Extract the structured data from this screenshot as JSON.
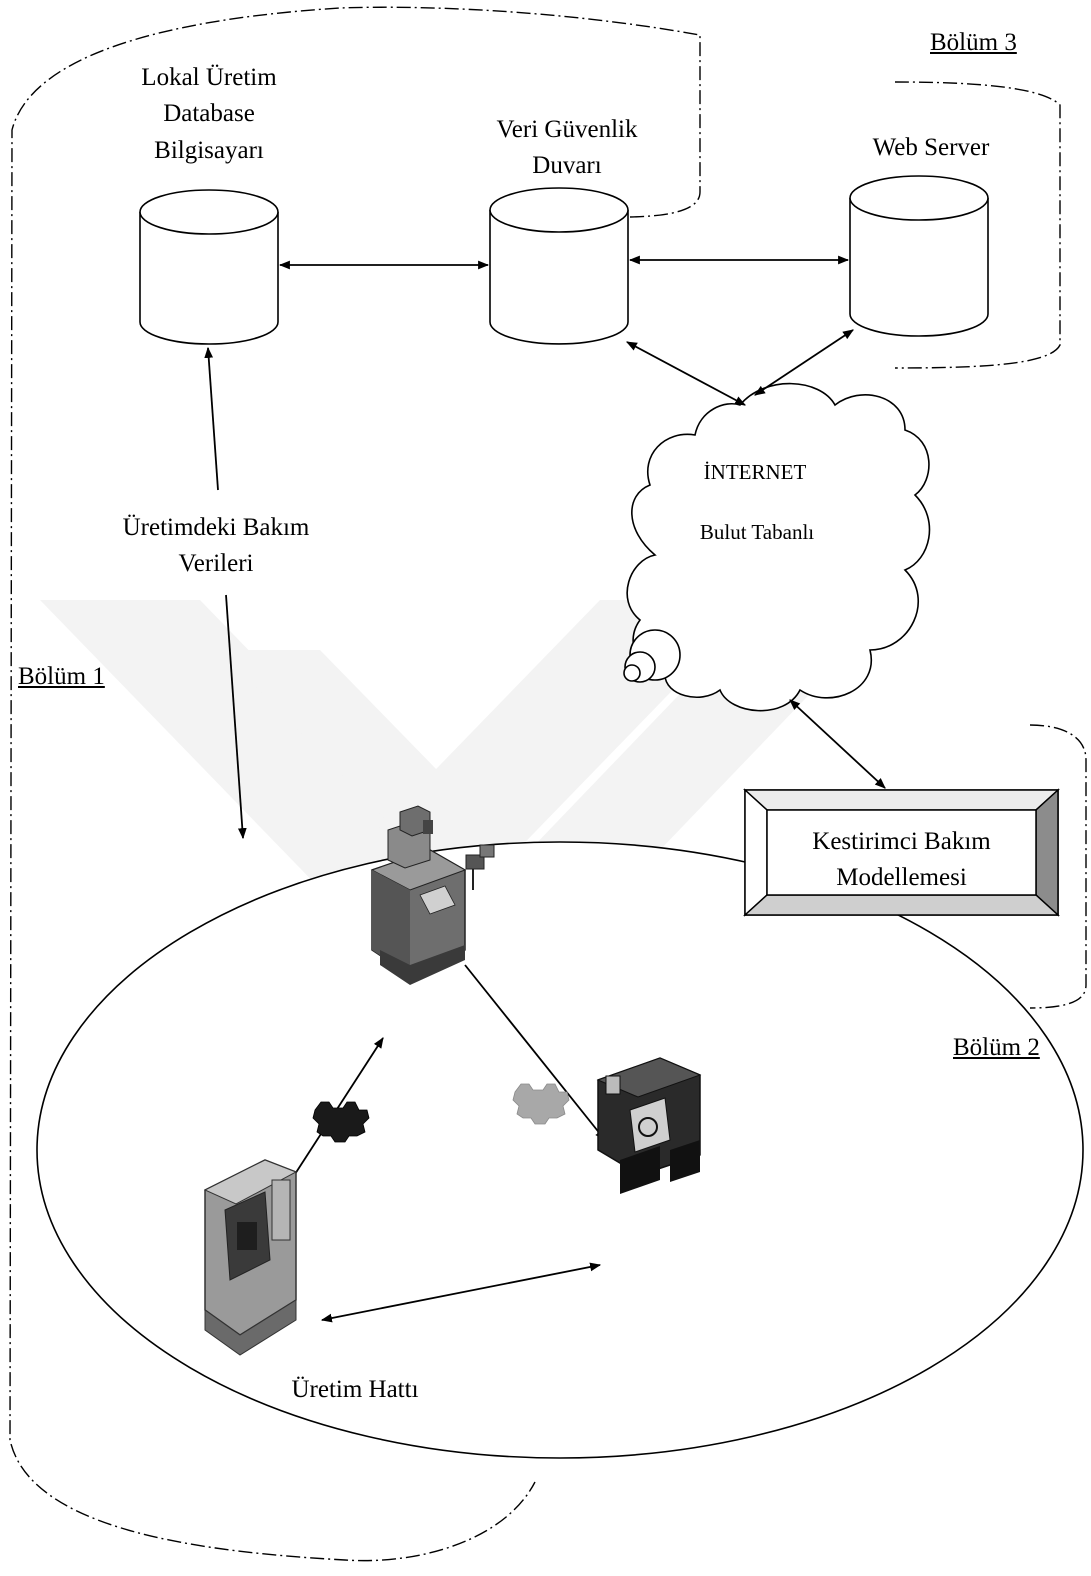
{
  "sections": {
    "section1": "Bölüm 1",
    "section2": "Bölüm 2",
    "section3": "Bölüm 3"
  },
  "nodes": {
    "local_db": [
      "Lokal Üretim",
      "Database",
      "Bilgisayarı"
    ],
    "firewall": [
      "Veri Güvenlik",
      "Duvarı"
    ],
    "web_server": [
      "Web Server"
    ],
    "internet": [
      "İNTERNET",
      "Bulut Tabanlı"
    ],
    "predictive": [
      "Kestirimci Bakım",
      "Modellemesi"
    ],
    "maintenance_data": [
      "Üretimdeki Bakım",
      "Verileri"
    ],
    "production_line": [
      "Üretim Hattı"
    ]
  },
  "colors": {
    "line": "#000000",
    "machine_dark": "#2a2a2a",
    "machine_mid": "#7a7a7a",
    "machine_light": "#bdbdbd",
    "gear_dark": "#1a1a1a",
    "gear_light": "#a8a8a8",
    "watermark": "#f2f2f2"
  },
  "icons": [
    "cylinder-icon",
    "cloud-icon",
    "cnc-machine-icon",
    "gear-icon"
  ]
}
